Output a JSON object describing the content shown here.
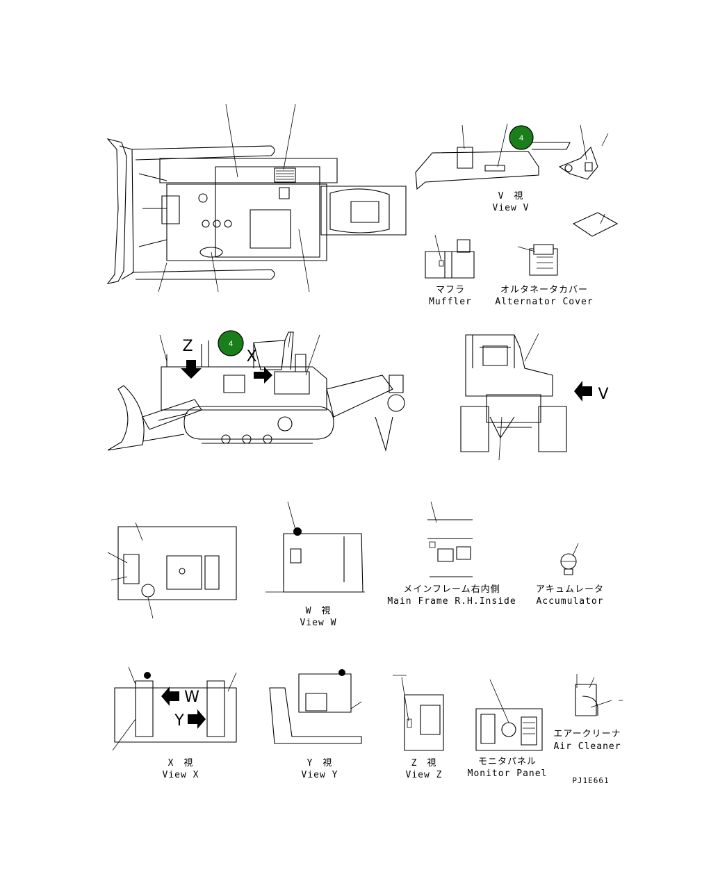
{
  "badge_color": "#1a7f1a",
  "badges": [
    {
      "label": "4"
    },
    {
      "label": "4"
    }
  ],
  "captions": {
    "view_v_jp": "V　視",
    "view_v_en": "View V",
    "muffler_jp": "マフラ",
    "muffler_en": "Muffler",
    "alternator_jp": "オルタネータカバー",
    "alternator_en": "Alternator Cover",
    "view_w_jp": "W　視",
    "view_w_en": "View W",
    "mainframe_jp": "メインフレーム右内側",
    "mainframe_en": "Main Frame R.H.Inside",
    "accumulator_jp": "アキュムレータ",
    "accumulator_en": "Accumulator",
    "view_x_jp": "X　視",
    "view_x_en": "View X",
    "view_y_jp": "Y　視",
    "view_y_en": "View Y",
    "view_z_jp": "Z　視",
    "view_z_en": "View Z",
    "monitor_jp": "モニタパネル",
    "monitor_en": "Monitor Panel",
    "aircleaner_jp": "エアークリーナ",
    "aircleaner_en": "Air Cleaner",
    "drawing_code": "PJ1E661"
  },
  "view_markers": {
    "v": "V",
    "z": "Z",
    "x": "X",
    "w": "W",
    "y": "Y"
  }
}
